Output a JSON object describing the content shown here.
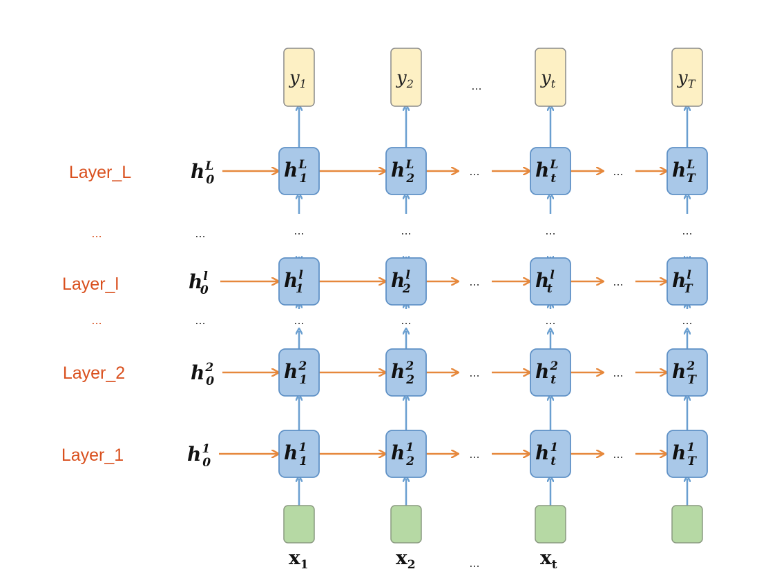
{
  "colors": {
    "hidden_fill": "#a9c8e8",
    "hidden_stroke": "#5f91c6",
    "output_fill": "#fdf0c4",
    "output_stroke": "#8a8a8a",
    "input_fill": "#b6d9a4",
    "input_stroke": "#8a9a80",
    "vertical_arrow": "#6a9fd0",
    "horizontal_arrow": "#e6883c",
    "layer_label": "#d9501e"
  },
  "outputs": [
    {
      "base": "y",
      "sub": "1"
    },
    {
      "base": "y",
      "sub": "2"
    },
    {
      "base": "y",
      "sub": "t"
    },
    {
      "base": "y",
      "sub": "T"
    }
  ],
  "inputs": [
    {
      "base": "x",
      "sub": "1"
    },
    {
      "base": "x",
      "sub": "2"
    },
    {
      "base": "x",
      "sub": "t"
    },
    {
      "base": "",
      "sub": ""
    }
  ],
  "time_subscripts": [
    "1",
    "2",
    "t",
    "T"
  ],
  "initial_state_subscript": "0",
  "hidden_base": "h",
  "ellipsis": "...",
  "layers": [
    {
      "label": "Layer_L",
      "superscript": "L"
    },
    {
      "label": "Layer_l",
      "superscript": "l"
    },
    {
      "label": "Layer_2",
      "superscript": "2"
    },
    {
      "label": "Layer_1",
      "superscript": "1"
    }
  ]
}
